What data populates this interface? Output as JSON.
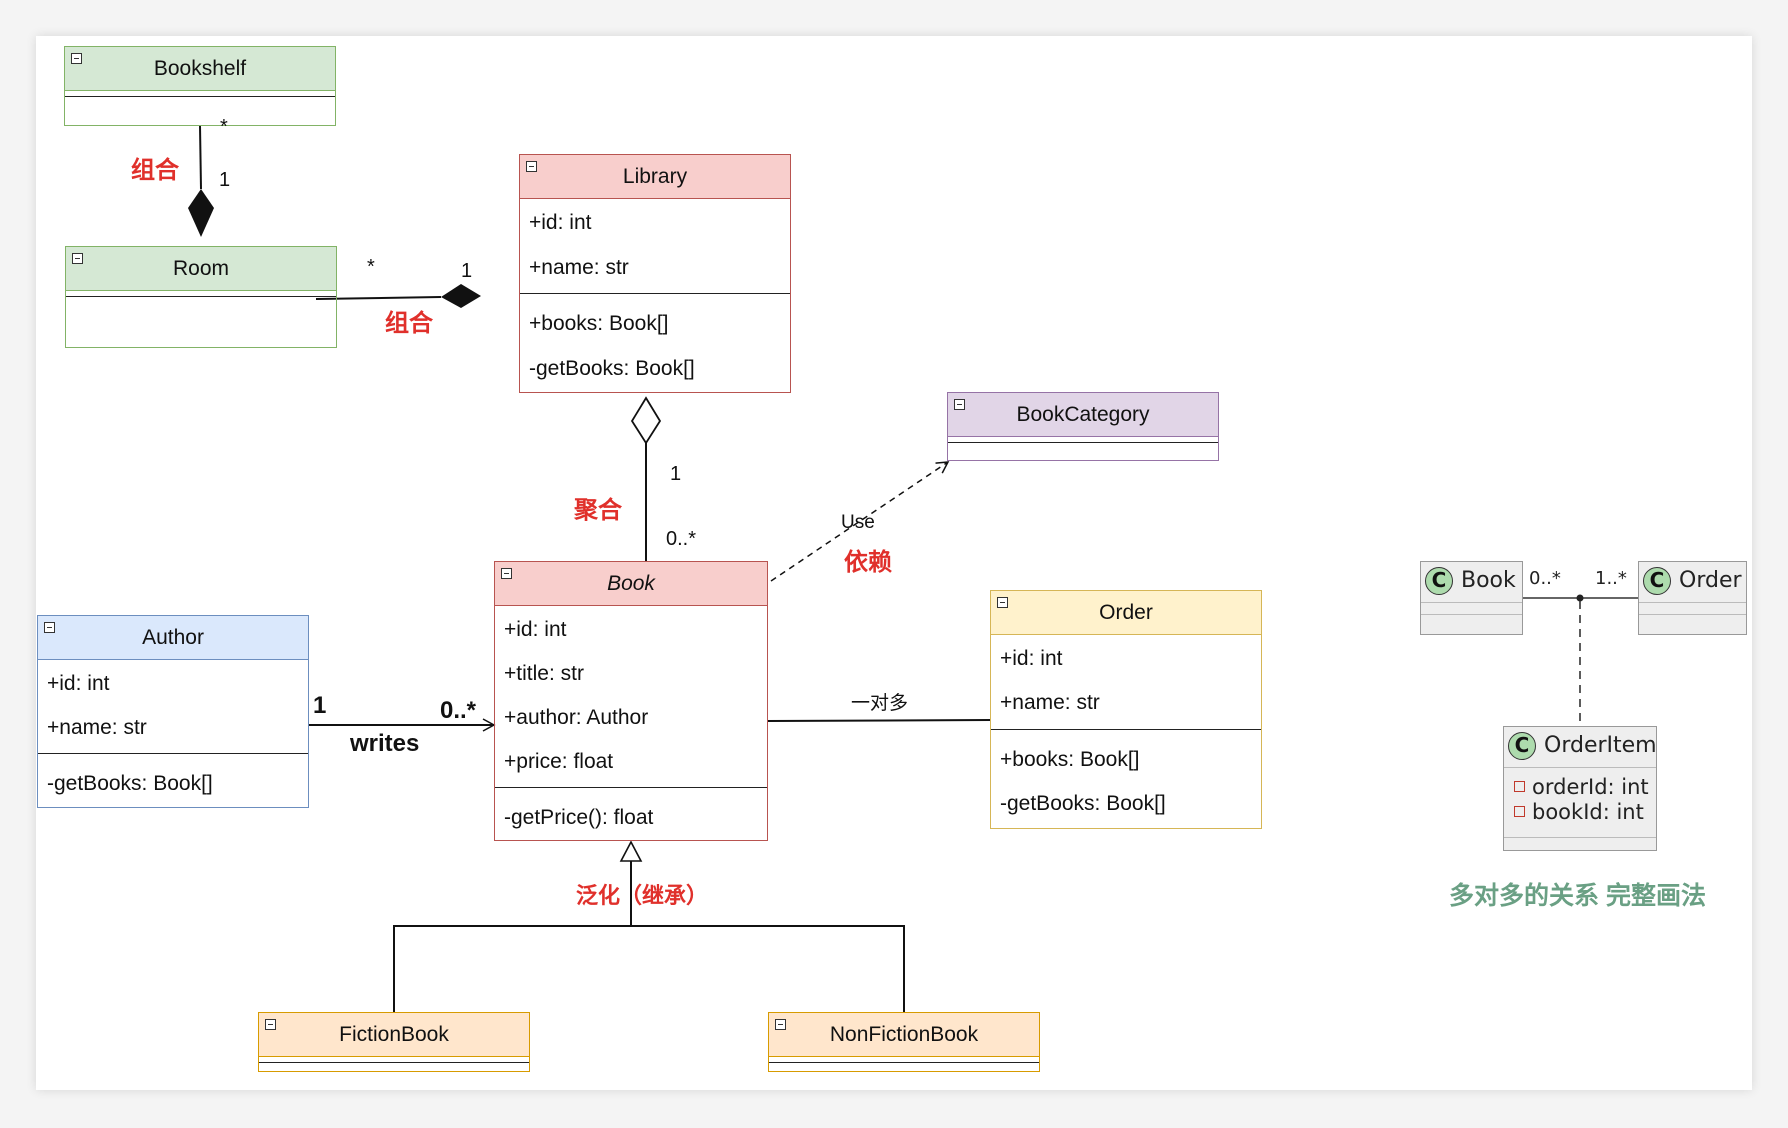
{
  "classes": {
    "bookshelf": {
      "name": "Bookshelf"
    },
    "room": {
      "name": "Room"
    },
    "library": {
      "name": "Library",
      "attributes": [
        "+id: int",
        "+name: str"
      ],
      "methods": [
        "+books: Book[]",
        "-getBooks: Book[]"
      ]
    },
    "book_category": {
      "name": "BookCategory"
    },
    "author": {
      "name": "Author",
      "attributes": [
        "+id: int",
        "+name: str"
      ],
      "methods": [
        "-getBooks: Book[]"
      ]
    },
    "book": {
      "name": "Book",
      "attributes": [
        "+id: int",
        "+title: str",
        "+author: Author",
        "+price: float"
      ],
      "methods": [
        "-getPrice(): float"
      ]
    },
    "order": {
      "name": "Order",
      "attributes": [
        "+id: int",
        "+name: str"
      ],
      "methods": [
        "+books: Book[]",
        "-getBooks: Book[]"
      ]
    },
    "fiction_book": {
      "name": "FictionBook"
    },
    "nonfiction_book": {
      "name": "NonFictionBook"
    }
  },
  "relationships": {
    "bookshelf_room": {
      "label": "组合",
      "mult_bookshelf": "*",
      "mult_room": "1"
    },
    "room_library": {
      "label": "组合",
      "mult_room": "*",
      "mult_library": "1"
    },
    "library_book": {
      "label": "聚合",
      "mult_library": "1",
      "mult_book": "0..*"
    },
    "book_category": {
      "label": "依赖",
      "stereotype": "Use"
    },
    "author_book": {
      "label": "writes",
      "mult_author": "1",
      "mult_book": "0..*"
    },
    "book_order": {
      "label": "一对多"
    },
    "generalization": {
      "label": "泛化（继承）"
    }
  },
  "many_to_many_example": {
    "book": {
      "badge": "C",
      "name": "Book"
    },
    "order": {
      "badge": "C",
      "name": "Order"
    },
    "order_item": {
      "badge": "C",
      "name": "OrderItem",
      "attributes": [
        "orderId: int",
        "bookId: int"
      ]
    },
    "mult_book": "0..*",
    "mult_order": "1..*",
    "caption": "多对多的关系 完整画法"
  }
}
